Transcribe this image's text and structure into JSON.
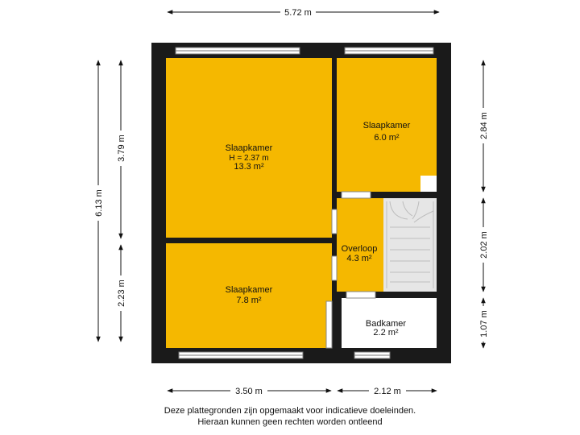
{
  "dimensions": {
    "top_width": "5.72 m",
    "bottom_left": "3.50 m",
    "bottom_right": "2.12 m",
    "left_total": "6.13 m",
    "left_upper": "3.79 m",
    "left_lower": "2.23 m",
    "right_upper": "2.84 m",
    "right_middle": "2.02 m",
    "right_lower": "1.07 m"
  },
  "rooms": {
    "bedroom_large": {
      "name": "Slaapkamer",
      "height": "H = 2.37 m",
      "area": "13.3 m²"
    },
    "bedroom_small": {
      "name": "Slaapkamer",
      "area": "6.0 m²"
    },
    "landing": {
      "name": "Overloop",
      "area": "4.3 m²"
    },
    "bedroom_bottom": {
      "name": "Slaapkamer",
      "area": "7.8 m²"
    },
    "bathroom": {
      "name": "Badkamer",
      "area": "2.2 m²"
    }
  },
  "colors": {
    "room_fill": "#f5b800",
    "wall": "#1a1a1a",
    "bathroom_fill": "#ffffff",
    "stairs": "#d9d9d9"
  },
  "disclaimer": {
    "line1": "Deze plattegronden zijn opgemaakt voor indicatieve doeleinden.",
    "line2": "Hieraan kunnen geen rechten worden ontleend"
  }
}
